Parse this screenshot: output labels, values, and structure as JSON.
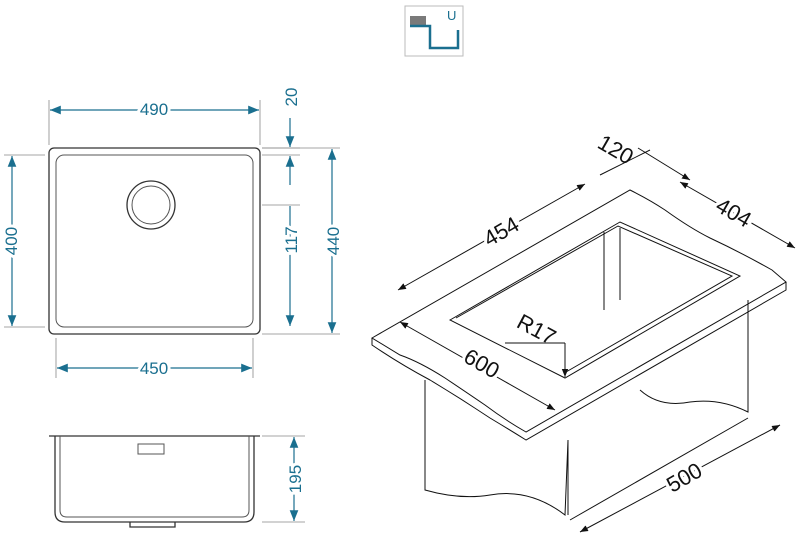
{
  "mount_icon": {
    "label": "U",
    "icon": "undermount-icon"
  },
  "top_view": {
    "outer_width": "490",
    "inner_width": "450",
    "top_rim": "20",
    "outer_height": "440",
    "inner_height": "400",
    "drain_offset": "117"
  },
  "side_view": {
    "depth": "195"
  },
  "iso_view": {
    "back_dim": "120",
    "side_dim": "404",
    "length_dim": "454",
    "radius_label": "R17",
    "front_dim": "600",
    "cabinet_dim": "500"
  },
  "colors": {
    "dimension": "#1a6f8f",
    "outline": "#333333",
    "icon_fill": "#7a7a7a",
    "icon_line": "#1a6f8f"
  }
}
